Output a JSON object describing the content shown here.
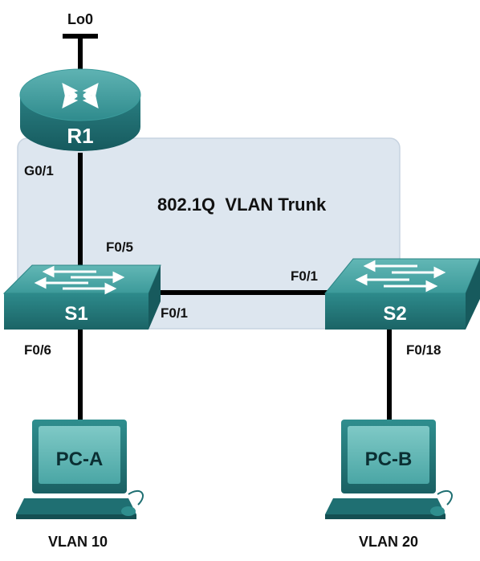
{
  "diagram": {
    "loopback_label": "Lo0",
    "trunk_label": "802.1Q  VLAN Trunk",
    "router": {
      "name": "R1",
      "port_down": "G0/1"
    },
    "switch1": {
      "name": "S1",
      "port_up": "F0/5",
      "port_right": "F0/1",
      "port_down": "F0/6"
    },
    "switch2": {
      "name": "S2",
      "port_left": "F0/1",
      "port_down": "F0/18"
    },
    "pc_a": {
      "name": "PC-A",
      "vlan": "VLAN 10"
    },
    "pc_b": {
      "name": "PC-B",
      "vlan": "VLAN 20"
    },
    "colors": {
      "device_teal": "#2e8c8c",
      "device_dark": "#1d6468",
      "trunk_box": "#dde6ef",
      "cable": "#000000"
    }
  }
}
